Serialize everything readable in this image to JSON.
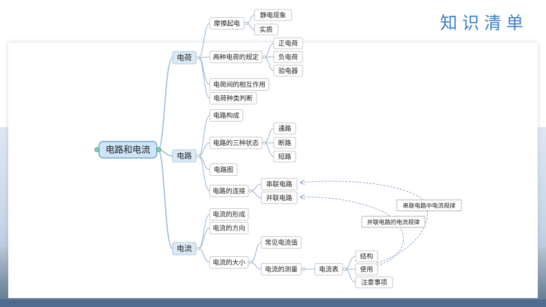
{
  "title": "知识清单",
  "root": "电路和电流",
  "branches": {
    "charge": {
      "label": "电荷",
      "friction": {
        "label": "摩擦起电",
        "children": [
          "静电现象",
          "实质"
        ]
      },
      "types": {
        "label": "两种电荷的规定",
        "children": [
          "正电荷",
          "负电荷",
          "验电器"
        ]
      },
      "interaction": "电荷间的相互作用",
      "judge": "电荷种类判断"
    },
    "circuit": {
      "label": "电路",
      "composition": "电路构成",
      "states": {
        "label": "电路的三种状态",
        "children": [
          "通路",
          "断路",
          "短路"
        ]
      },
      "diagram": "电路图",
      "connection": {
        "label": "电路的连接",
        "children": [
          "串联电路",
          "并联电路"
        ]
      }
    },
    "current": {
      "label": "电流",
      "formation": "电流的形成",
      "direction": "电流的方向",
      "size": {
        "label": "电流的大小",
        "common": "常见电流值",
        "measure": {
          "label": "电流的测量",
          "meter": {
            "label": "电流表",
            "children": [
              "结构",
              "使用",
              "注意事项"
            ]
          }
        }
      }
    }
  },
  "relations": {
    "series_rule": "串联电路中电流规律",
    "parallel_rule": "并联电路的电流规律"
  },
  "colors": {
    "title": "#3d7ec9",
    "root_fill": "#cfe4f6",
    "root_stroke": "#6fa6d6",
    "level1_fill": "#dbe9f6",
    "connector": "#9bb8d8",
    "node_border": "#b8b8b8",
    "relation_line": "#7f98bd"
  }
}
